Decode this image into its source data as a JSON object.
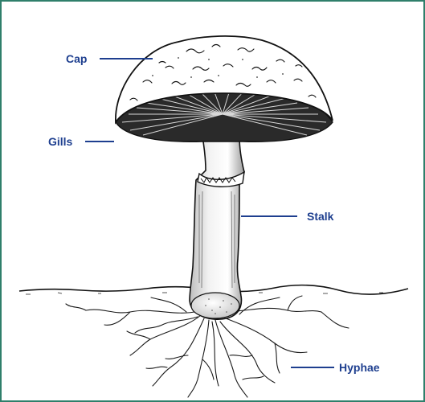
{
  "diagram": {
    "labels": {
      "cap": "Cap",
      "gills": "Gills",
      "stalk": "Stalk",
      "hyphae": "Hyphae"
    },
    "colors": {
      "frame_border": "#2f7f6b",
      "label_text": "#1e3f8f",
      "ink": "#111111",
      "gill_fill": "#2a2a2a"
    }
  }
}
